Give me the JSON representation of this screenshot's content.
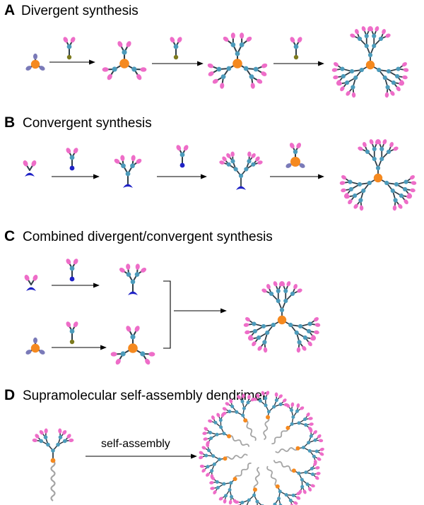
{
  "panels": [
    {
      "letter": "A",
      "title": "Divergent synthesis"
    },
    {
      "letter": "B",
      "title": "Convergent synthesis"
    },
    {
      "letter": "C",
      "title": "Combined divergent/convergent synthesis"
    },
    {
      "letter": "D",
      "title": "Supramolecular self-assembly dendrimer"
    }
  ],
  "arrow_labels": {
    "self_assembly": "self-assembly"
  },
  "colors": {
    "core": "#f5891f",
    "branch_node": "#4c9bbb",
    "terminal": "#ee6dc8",
    "bond": "#2f3e48",
    "core_arm": "#7a7ab8",
    "activated_focal": "#7c7a1e",
    "focal_point": "#1f22c6",
    "tail": "#a5a5a5",
    "arrow": "#000000"
  }
}
